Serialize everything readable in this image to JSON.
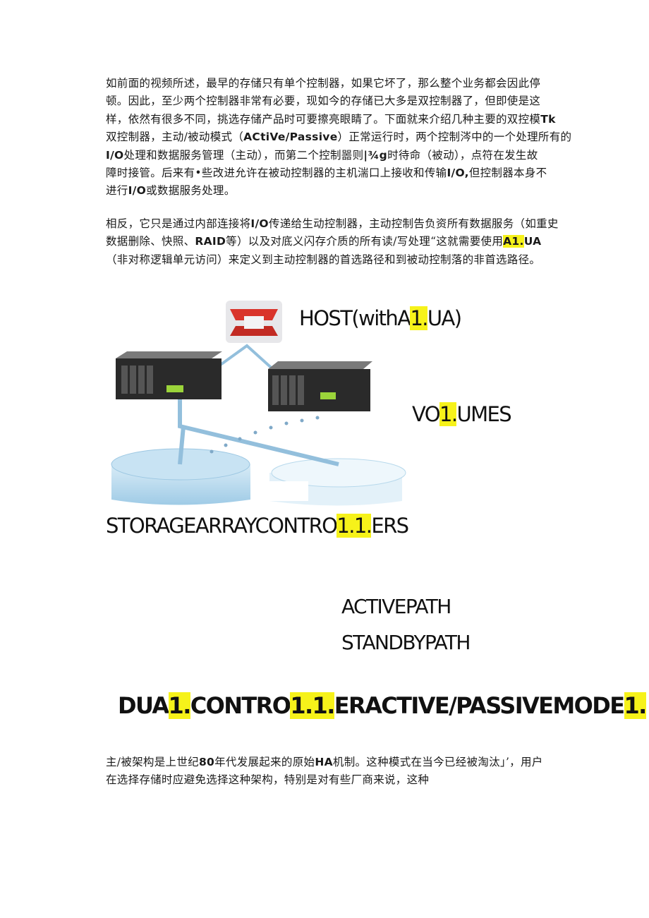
{
  "paragraph1": {
    "l1": "如前面的视频所述，最早的存储只有单个控制器，如果它坏了，那么整个业务都会因此停",
    "l2": "顿。因此，至少两个控制器非常有必要，现如今的存储已大多是双控制器了，但即使是这",
    "l3": "样，依然有很多不同，挑选存储产品时可要擦亮眼睛了。下面就来介绍几种主要的双控模",
    "l3b": "Tk",
    "l4a": "双控制器，主动/被动模式（",
    "l4b": "ACtiVe/Passive",
    "l4c": "）正常运行时，两个控制涔中的一个处理所有的",
    "l5a": "I/O",
    "l5b": "处理和数据服务管理（主动），而第二个控制噐则",
    "l5c": "|¾g",
    "l5d": "时待命（被动），点符在发生故",
    "l6a": "障时接管。后来有•些改进允许在被动控制器的主机湍口上接收和传输",
    "l6b": "I/O,",
    "l6c": "但控制器本身不",
    "l7a": "进行",
    "l7b": "I/O",
    "l7c": "或数据服务处理。"
  },
  "paragraph2": {
    "l1a": "相反，它只是通过内部连接将",
    "l1b": "I/O",
    "l1c": "传递给生动控制器，主动控制告负资所有数据服务（如重史",
    "l2a": "数据删除、快照、",
    "l2b": "RAID",
    "l2c": "等）以及对底义闪存介质的所有读/写处理“这就需要使用",
    "l2d": "A1.",
    "l2e": "UA",
    "l3": "（非对称逻辑单元访问）来定义到主动控制器的首选路径和到被动控制落的非首选路径。"
  },
  "diagram": {
    "host": {
      "pre": "HOST(withA",
      "hl": "1.",
      "post": "UA)"
    },
    "volumes": {
      "pre": "VO",
      "hl": "1.",
      "post": "UMES"
    },
    "controllers": {
      "pre": "STORAGEARRAYCONTRO",
      "hl": "1.1.",
      "post": "ERS"
    },
    "active_path": "ACTIVEPATH",
    "standby_path": "STANDBYPATH",
    "caption": {
      "a": "DUA",
      "b": "1.",
      "c": "CONTRO",
      "d": "1.1.",
      "e": "ERACTIVE/PASSIVEMODE",
      "f": "1."
    }
  },
  "paragraph3": {
    "l1a": "主/被架构是上世纪",
    "l1b": "80",
    "l1c": "年代发展起来的原始",
    "l1d": "HA",
    "l1e": "机制。这种模式在当今已经被淘汰」’，用户",
    "l2": "在选择存储时应避免选择这种架构，特别是对有些厂商来说，这种"
  },
  "colors": {
    "highlight": "#f6f21a",
    "server_body": "#2a2a2a",
    "disk": "#b7d9ee",
    "path": "#93bfdc",
    "host_red": "#d9342b"
  }
}
